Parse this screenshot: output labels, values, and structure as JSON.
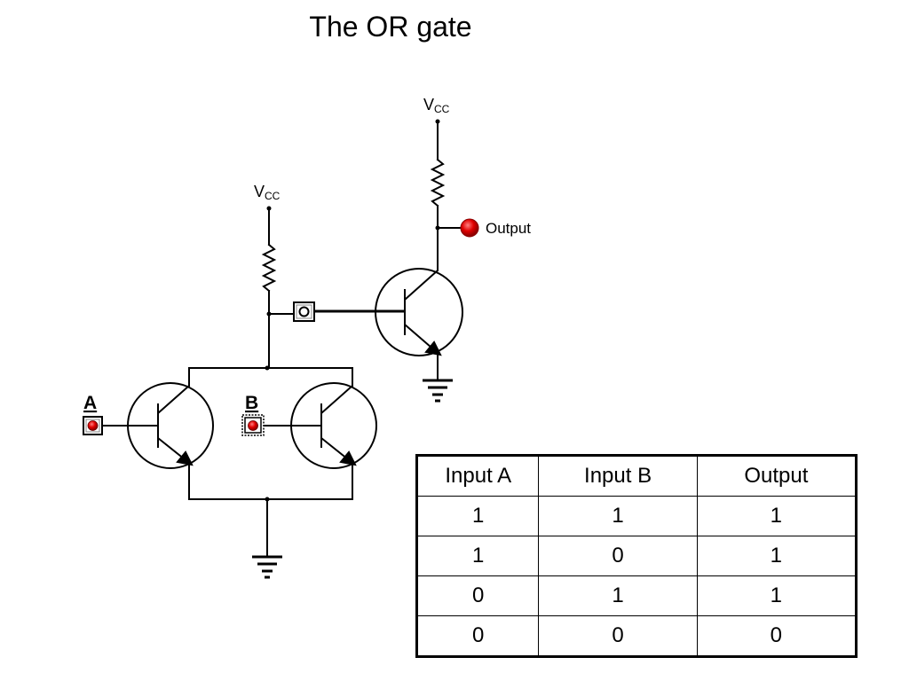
{
  "title": "The OR gate",
  "circuit": {
    "vcc_left": {
      "main": "V",
      "sub": "CC"
    },
    "vcc_right": {
      "main": "V",
      "sub": "CC"
    },
    "input_a_label": "A",
    "input_b_label": "B",
    "output_label": "Output",
    "colors": {
      "led": "#e00000",
      "wire": "#000000"
    }
  },
  "truth_table": {
    "headers": [
      "Input A",
      "Input B",
      "Output"
    ],
    "rows": [
      [
        "1",
        "1",
        "1"
      ],
      [
        "1",
        "0",
        "1"
      ],
      [
        "0",
        "1",
        "1"
      ],
      [
        "0",
        "0",
        "0"
      ]
    ]
  }
}
